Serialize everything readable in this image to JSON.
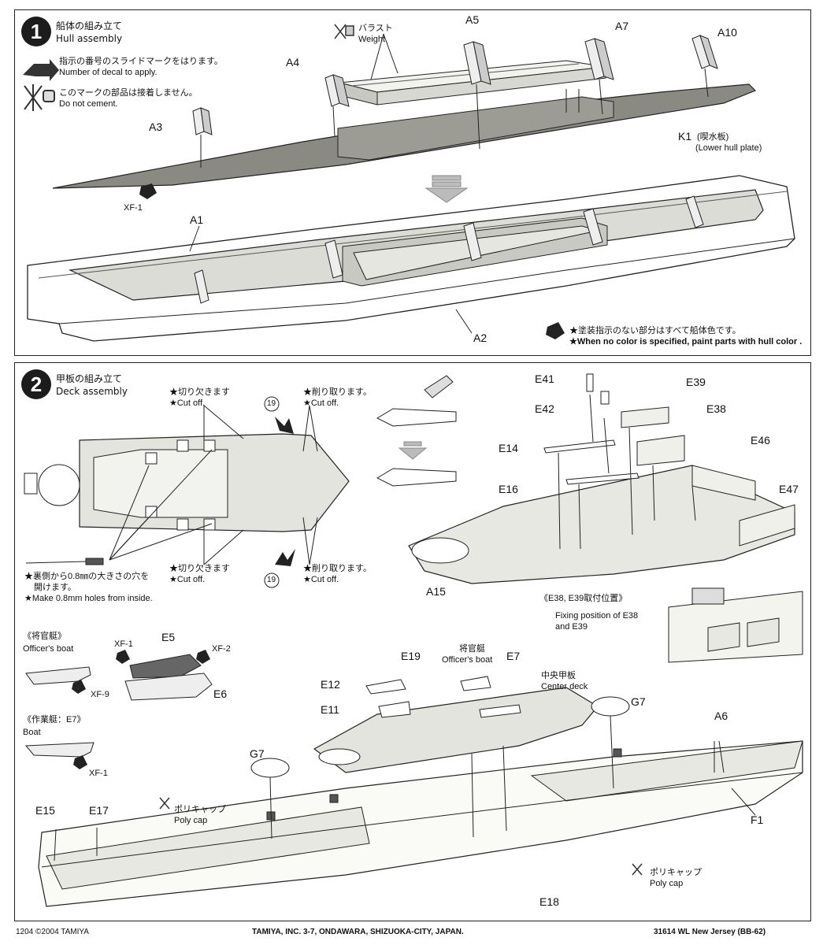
{
  "step1": {
    "number": "1",
    "title_jp": "船体の組み立て",
    "title_en": "Hull assembly",
    "decal_note_jp": "指示の番号のスライドマークをはります。",
    "decal_note_en": "Number of decal to apply.",
    "nocement_note_jp": "このマークの部品は接着しません。",
    "nocement_note_en": "Do not cement.",
    "weight_jp": "バラスト",
    "weight_en": "Weight",
    "parts": {
      "a4": "A4",
      "a5": "A5",
      "a7": "A7",
      "a10": "A10",
      "a3": "A3",
      "k1": "K1",
      "k1_jp": "(喫水板)",
      "k1_en": "(Lower hull plate)",
      "a1": "A1",
      "a2": "A2",
      "xf1": "XF-1"
    },
    "color_note_jp": "★塗装指示のない部分はすべて船体色です。",
    "color_note_en": "★When no color is specified, paint parts with hull color ."
  },
  "step2": {
    "number": "2",
    "title_jp": "甲板の組み立て",
    "title_en": "Deck assembly",
    "cutoff_jp": "★切り欠きます",
    "cutoff_en": "★Cut off.",
    "remove_jp": "★削り取ります。",
    "remove_en": "★Cut off.",
    "decal_19": "19",
    "holes_jp1": "★裏側から0.8㎜の大きさの穴を",
    "holes_jp2": "開けます。",
    "holes_en": "★Make 0.8mm holes from inside.",
    "parts": {
      "e41": "E41",
      "e42": "E42",
      "e39": "E39",
      "e38": "E38",
      "e14": "E14",
      "e46": "E46",
      "e16": "E16",
      "e47": "E47",
      "a15": "A15",
      "e5": "E5",
      "e6": "E6",
      "e19": "E19",
      "e7": "E7",
      "e12": "E12",
      "e11": "E11",
      "g7a": "G7",
      "g7b": "G7",
      "a6": "A6",
      "e15": "E15",
      "e17": "E17",
      "f1": "F1",
      "e18": "E18"
    },
    "fixing_jp": "《E38, E39取付位置》",
    "fixing_en1": "Fixing position of E38",
    "fixing_en2": "and E39",
    "officer_boat_jp": "《将官艇》",
    "officer_boat_en": "Officer's boat",
    "officer_boat2_jp": "将官艇",
    "officer_boat2_en": "Officer's boat",
    "work_boat_jp": "《作業艇：E7》",
    "work_boat_en": "Boat",
    "center_deck_jp": "中央甲板",
    "center_deck_en": "Center deck",
    "polycap_jp": "ポリキャップ",
    "polycap_en": "Poly cap",
    "xf1": "XF-1",
    "xf2": "XF-2",
    "xf9": "XF-9"
  },
  "footer": {
    "left": "1204 ©2004 TAMIYA",
    "center": "TAMIYA, INC. 3-7, ONDAWARA, SHIZUOKA-CITY, JAPAN.",
    "right": "31614 WL New Jersey (BB-62)"
  },
  "colors": {
    "ink": "#111111",
    "hull": "#8a8a82",
    "deck": "#d9d9d4",
    "paper": "#ffffff"
  }
}
